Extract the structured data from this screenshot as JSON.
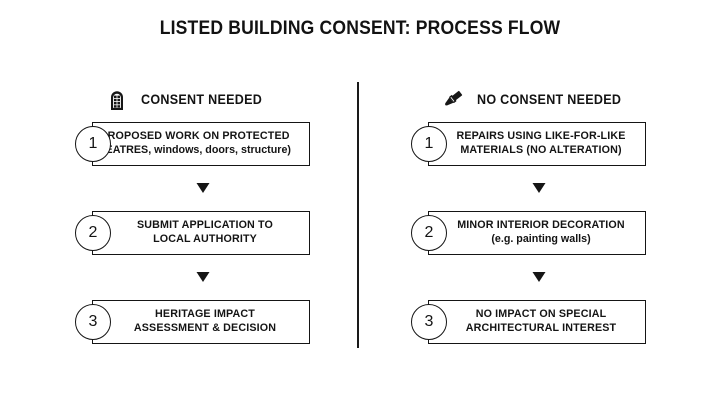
{
  "page": {
    "title": "LISTED BUILDING CONSENT: PROCESS FLOW",
    "background_color": "#ffffff",
    "ink_color": "#141414"
  },
  "columns": [
    {
      "id": "consent-needed",
      "header": {
        "icon": "listed-building-window-icon",
        "label": "CONSENT NEEDED"
      },
      "steps": [
        {
          "number": "1",
          "lines": [
            {
              "text": "PROPOSED WORK ON PROTECTED",
              "style": "upper"
            },
            {
              "text": "FEATRES, windows, doors, structure)",
              "style": "mixed"
            }
          ],
          "overflow": true
        },
        {
          "number": "2",
          "lines": [
            {
              "text": "SUBMIT APPLICATION TO",
              "style": "upper"
            },
            {
              "text": "LOCAL AUTHORITY",
              "style": "upper"
            }
          ],
          "overflow": false
        },
        {
          "number": "3",
          "lines": [
            {
              "text": "HERITAGE IMPACT",
              "style": "upper"
            },
            {
              "text": "ASSESSMENT & DECISION",
              "style": "upper"
            }
          ],
          "overflow": false
        }
      ]
    },
    {
      "id": "no-consent-needed",
      "header": {
        "icon": "paintbrush-icon",
        "label": "NO CONSENT NEEDED"
      },
      "steps": [
        {
          "number": "1",
          "lines": [
            {
              "text": "REPAIRS USING LIKE-FOR-LIKE",
              "style": "upper"
            },
            {
              "text": "MATERIALS (NO ALTERATION)",
              "style": "upper"
            }
          ],
          "overflow": false
        },
        {
          "number": "2",
          "lines": [
            {
              "text": "MINOR INTERIOR DECORATION",
              "style": "upper"
            },
            {
              "text": "(e.g. painting walls)",
              "style": "mixed"
            }
          ],
          "overflow": false
        },
        {
          "number": "3",
          "lines": [
            {
              "text": "NO IMPACT ON SPECIAL",
              "style": "upper"
            },
            {
              "text": "ARCHITECTURAL INTEREST",
              "style": "upper"
            }
          ],
          "overflow": false
        }
      ]
    }
  ],
  "connectors": {
    "glyph": "down-triangle-arrow",
    "count_per_column": 2
  }
}
